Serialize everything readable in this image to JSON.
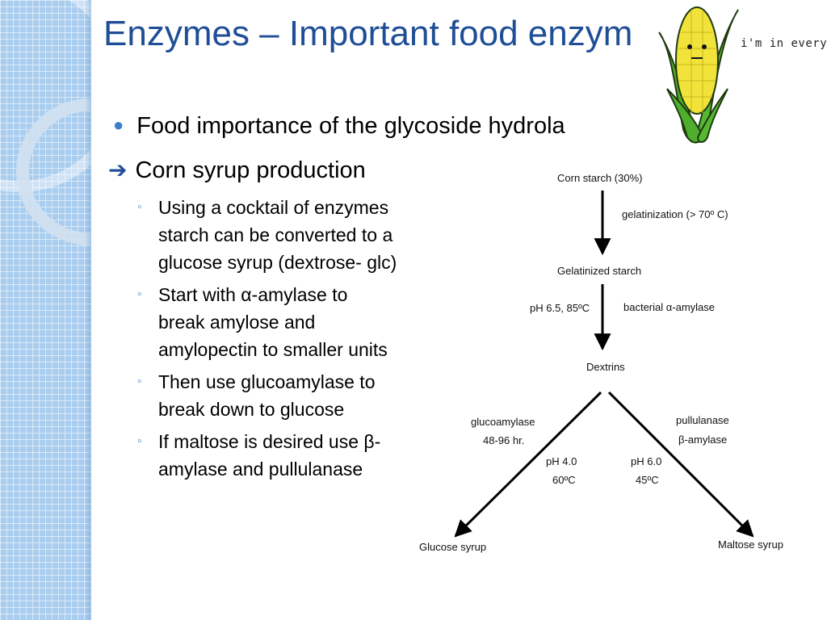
{
  "slide": {
    "title": "Enzymes – Important food enzym",
    "bullet_main": "Food importance of the glycoside hydrola",
    "bullet_arrow": "Corn syrup production",
    "sub_bullets": [
      {
        "lines": [
          "Using a cocktail of enzymes",
          "starch can be converted to a",
          "glucose syrup (dextrose- glc)"
        ]
      },
      {
        "lines": [
          "Start with α-amylase to",
          "break amylose and",
          "amylopectin to smaller units"
        ]
      },
      {
        "lines": [
          "Then use glucoamylase to",
          "break down to glucose"
        ]
      },
      {
        "lines": [
          "If maltose is desired use β-",
          "amylase and pullulanase"
        ]
      }
    ],
    "corn_caption": "i'm in everything"
  },
  "diagram": {
    "corn_starch": "Corn starch (30%)",
    "gelatinization": "gelatinization (> 70º C)",
    "gelatinized_starch": "Gelatinized starch",
    "ph_temp_1": "pH 6.5, 85ºC",
    "bacterial_amylase": "bacterial α-amylase",
    "dextrins": "Dextrins",
    "glucoamylase": "glucoamylase",
    "duration": "48-96 hr.",
    "pullulanase": "pullulanase",
    "beta_amylase": "β-amylase",
    "ph_left": "pH 4.0",
    "temp_left": "60ºC",
    "ph_right": "pH 6.0",
    "temp_right": "45ºC",
    "glucose_syrup": "Glucose syrup",
    "maltose_syrup": "Maltose syrup"
  },
  "colors": {
    "title": "#1f4e96",
    "bullet_accent": "#3a7dc9",
    "panel": "#a9cdee"
  }
}
